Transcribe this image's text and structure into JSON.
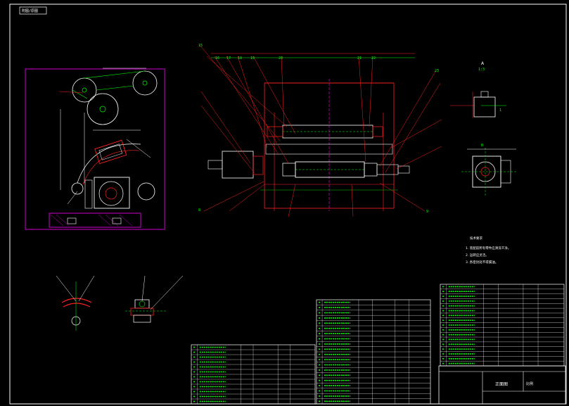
{
  "drawing": {
    "tag": "附图/原图",
    "title_block_name": "正面图",
    "title_block_right": "比例",
    "section_label_a": "A",
    "section_ratio": "1:3",
    "notes_title": "技术要求",
    "notes": [
      "1. 装配前所有零件应清洗干净。",
      "2. 运转应灵活。",
      "3. 各密封处不得漏油。"
    ]
  },
  "colors": {
    "background": "#000000",
    "frame": "#ffffff",
    "red": "#ff2020",
    "green": "#00ff00",
    "magenta": "#ff00ff",
    "white": "#ffffff",
    "cyan": "#00ffff",
    "yellow": "#ffff00"
  }
}
